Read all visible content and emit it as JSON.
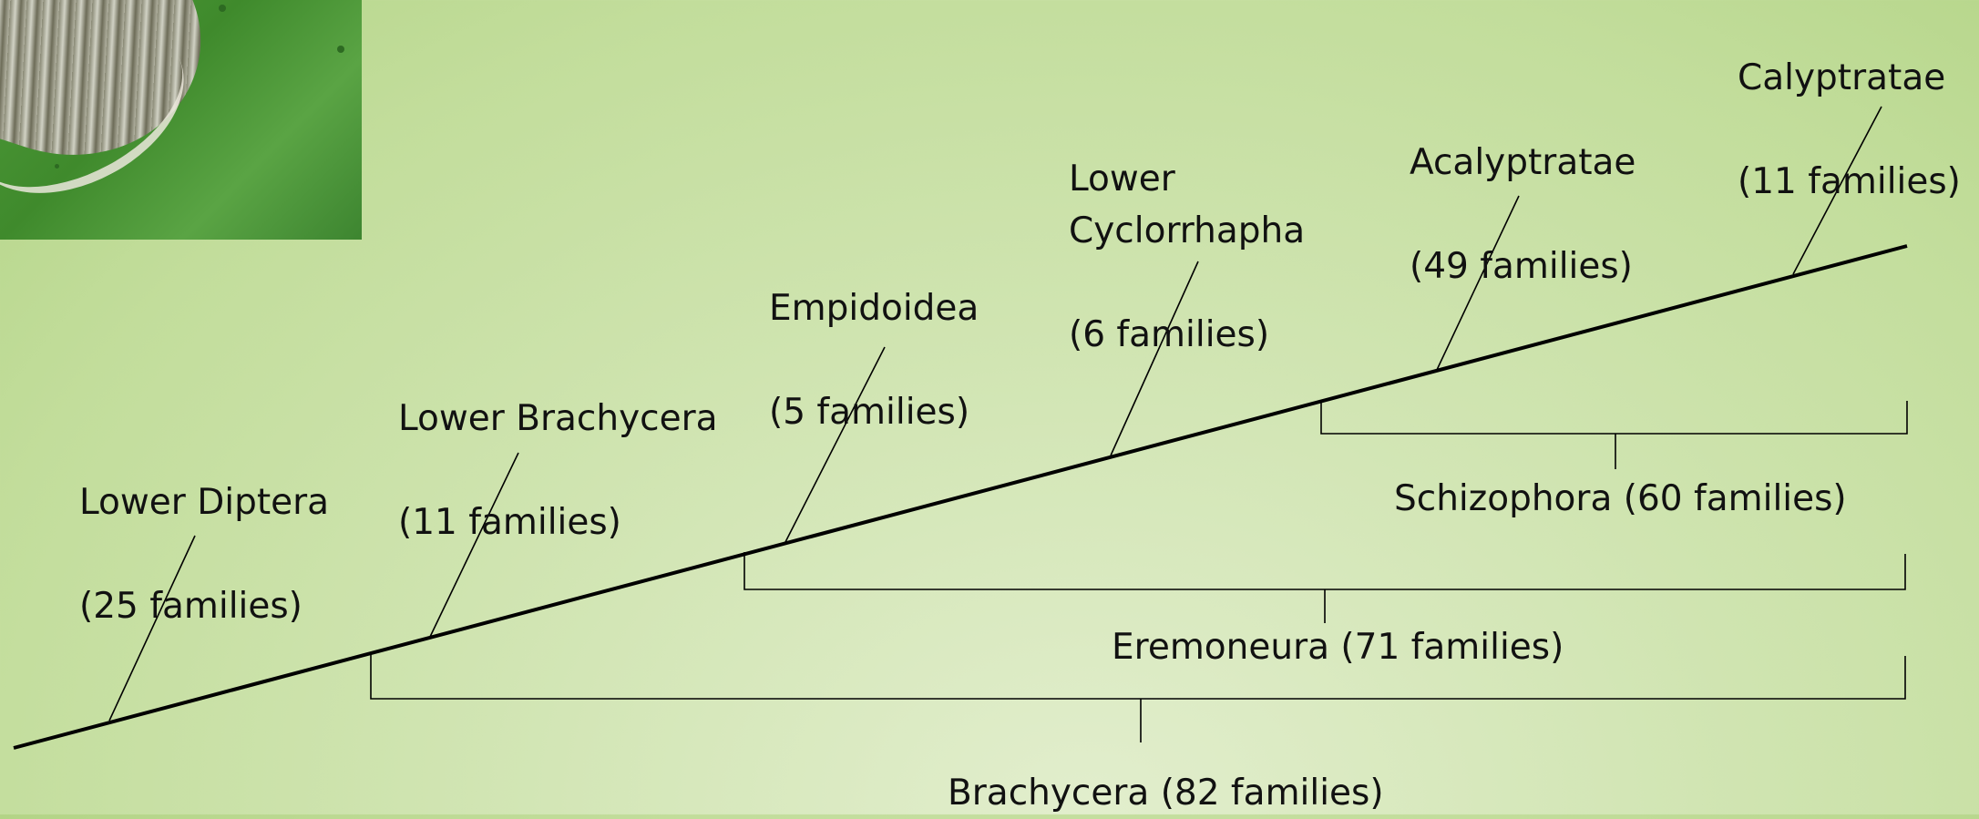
{
  "clades": [
    {
      "name": "Lower Diptera",
      "count": "(25 families)"
    },
    {
      "name": "Lower Brachycera",
      "count": "(11 families)"
    },
    {
      "name": "Empidoidea",
      "count": "(5 families)"
    },
    {
      "name": "Lower\nCyclorrhapha",
      "count": "(6 families)"
    },
    {
      "name": "Acalyptratae",
      "count": "(49 families)"
    },
    {
      "name": "Calyptratae",
      "count": "(11 families)"
    }
  ],
  "groups": [
    {
      "label": "Schizophora (60 families)"
    },
    {
      "label": "Eremoneura (71 families)"
    },
    {
      "label": "Brachycera (82 families)"
    }
  ],
  "photo": {
    "subject": "fly wing on green leaf"
  }
}
